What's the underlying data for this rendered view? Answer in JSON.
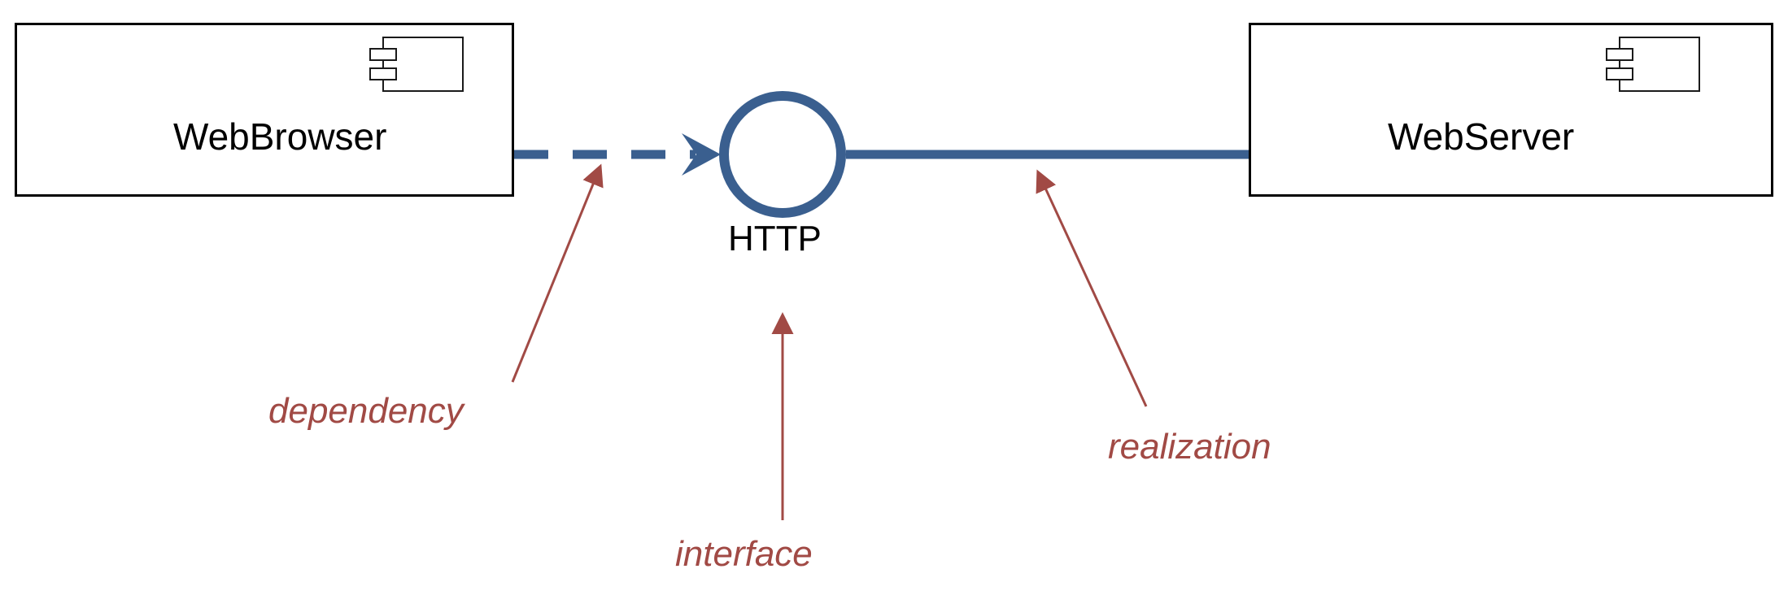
{
  "diagram": {
    "type": "uml-component-diagram",
    "title": "",
    "colors": {
      "connector_blue": "#3A5F8F",
      "annotation_red": "#A14A45",
      "box_border": "#000000",
      "background": "#FFFFFF",
      "text": "#000000"
    },
    "components": [
      {
        "id": "webbrowser",
        "label": "WebBrowser",
        "icon": "uml-component-icon"
      },
      {
        "id": "webserver",
        "label": "WebServer",
        "icon": "uml-component-icon"
      }
    ],
    "interface": {
      "id": "http",
      "label": "HTTP",
      "notation": "ball-and-socket-lollipop",
      "shape": "circle"
    },
    "connectors": [
      {
        "id": "dependency",
        "style": "dashed",
        "arrowhead": "open-arrow",
        "from": "webbrowser",
        "to": "http",
        "color": "#3A5F8F"
      },
      {
        "id": "realization",
        "style": "solid",
        "arrowhead": "none",
        "from": "http",
        "to": "webserver",
        "color": "#3A5F8F"
      }
    ],
    "annotations": [
      {
        "id": "dependency",
        "label": "dependency",
        "points_to": "dependency-connector",
        "color": "#A14A45"
      },
      {
        "id": "interface",
        "label": "interface",
        "points_to": "http-interface-circle",
        "color": "#A14A45"
      },
      {
        "id": "realization",
        "label": "realization",
        "points_to": "realization-connector",
        "color": "#A14A45"
      }
    ]
  }
}
